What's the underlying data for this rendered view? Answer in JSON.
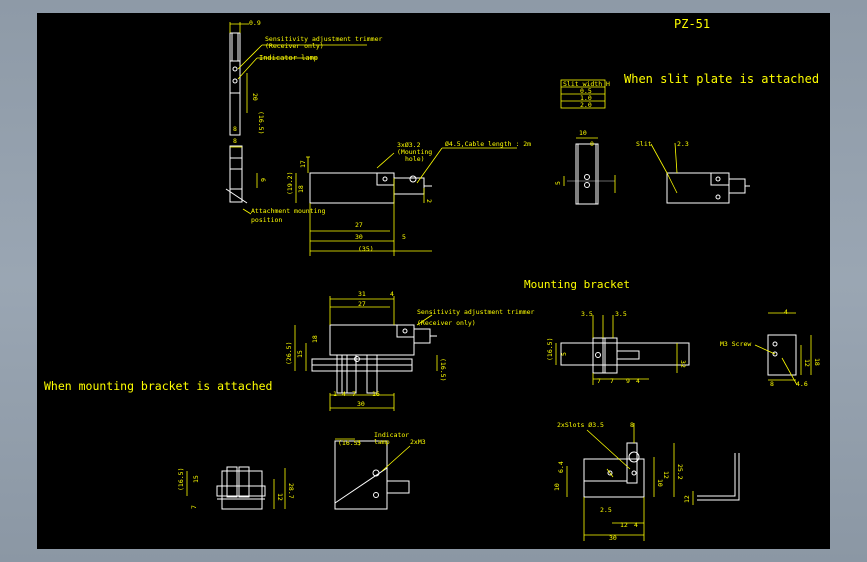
{
  "drawing": {
    "title": "PZ-51",
    "caption_slit": "When slit plate is attached",
    "caption_bracket_title": "Mounting bracket",
    "caption_bracket": "When mounting bracket is attached"
  },
  "slit_table": {
    "header": "Slit width H",
    "rows": [
      "0.5",
      "1.0",
      "2.0"
    ]
  },
  "annotations": {
    "sens_trimmer": "Sensitivity adjustment trimmer",
    "receiver_only": "(Receiver only)",
    "indicator_lamp": "Indicator lamp",
    "attach_pos_1": "Attachment mounting",
    "attach_pos_2": "position",
    "mount_hole_1": "3xØ3.2",
    "mount_hole_2": "(Mounting",
    "mount_hole_3": "hole)",
    "cable": "Ø4.5,Cable length : 2m",
    "slit_label": "Slit",
    "sens_trimmer_b": "Sensitivity adjustment trimmer",
    "receiver_only_b": "(Receiver only)",
    "indicator_b1": "Indicator",
    "indicator_b2": "lamp",
    "m3_b": "2xM3",
    "m3_screw": "M3 Screw",
    "slots": "2xSlots Ø3.5"
  },
  "dims": {
    "d_0_9": "0.9",
    "d_20": "20",
    "d_16_5": "(16.5)",
    "d_8_a": "8",
    "d_6_a": "6",
    "d_17": "17",
    "d_19_2": "(19.2)",
    "d_18": "18",
    "d_27": "27",
    "d_30": "30",
    "d_5": "5",
    "d_35p": "(35)",
    "d_2": "2",
    "d_10": "10",
    "d_0": "0",
    "d_5b": "5",
    "d_2_3": "2.3",
    "d_31": "31",
    "d_4": "4",
    "d_27b": "27",
    "d_26_5": "(26.5)",
    "d_15": "15",
    "d_18b": "18",
    "d_16_5b": "(16.5)",
    "d_1": "1",
    "d_4b": "4",
    "d_7": "7",
    "d_16": "16",
    "d_30b": "30",
    "d_3_5a": "3.5",
    "d_3_5b": "3.5",
    "d_16_5c": "(16.5)",
    "d_5c": "5",
    "d_7a": "7",
    "d_7b": "7",
    "d_9": "9",
    "d_32": "32",
    "d_4c": "4",
    "d_12": "12",
    "d_18c": "18",
    "d_8b": "8",
    "d_4_6": "4.6",
    "d_16_5d": "(16.5)",
    "d_5d": "5",
    "d_15b": "15",
    "d_12b": "12",
    "d_28_7": "28.7",
    "d_7c": "7",
    "d_8c": "8",
    "d_6_4": "6.4",
    "d_10b": "10",
    "d_10c": "10",
    "d_12c": "12",
    "d_25_2": "25.2",
    "d_2_5": "2.5",
    "d_12d": "12",
    "d_4d": "4",
    "d_30c": "30",
    "d_12e": "12"
  },
  "colors": {
    "paper": "#000000",
    "geometry": "#ffffff",
    "annotation": "#ffff00",
    "frame": "#9aa6b3"
  }
}
